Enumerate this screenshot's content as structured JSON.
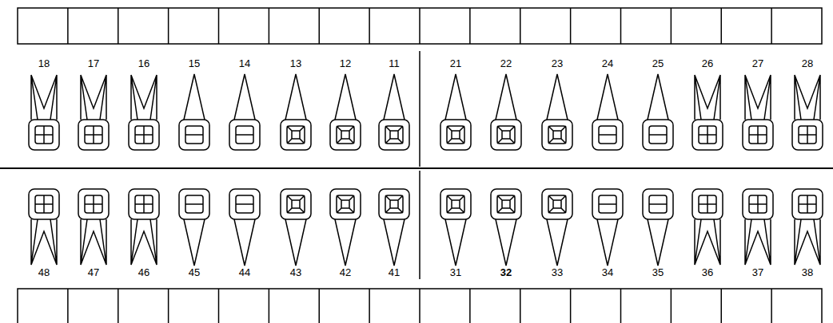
{
  "diagram": {
    "labels": [
      "18",
      "17",
      "16",
      "15",
      "14",
      "13",
      "12",
      "11",
      "21",
      "22",
      "23",
      "24",
      "25",
      "26",
      "27",
      "28",
      "48",
      "47",
      "46",
      "45",
      "44",
      "43",
      "42",
      "41",
      "31",
      "32",
      "33",
      "34",
      "35",
      "36",
      "37",
      "38"
    ]
  }
}
